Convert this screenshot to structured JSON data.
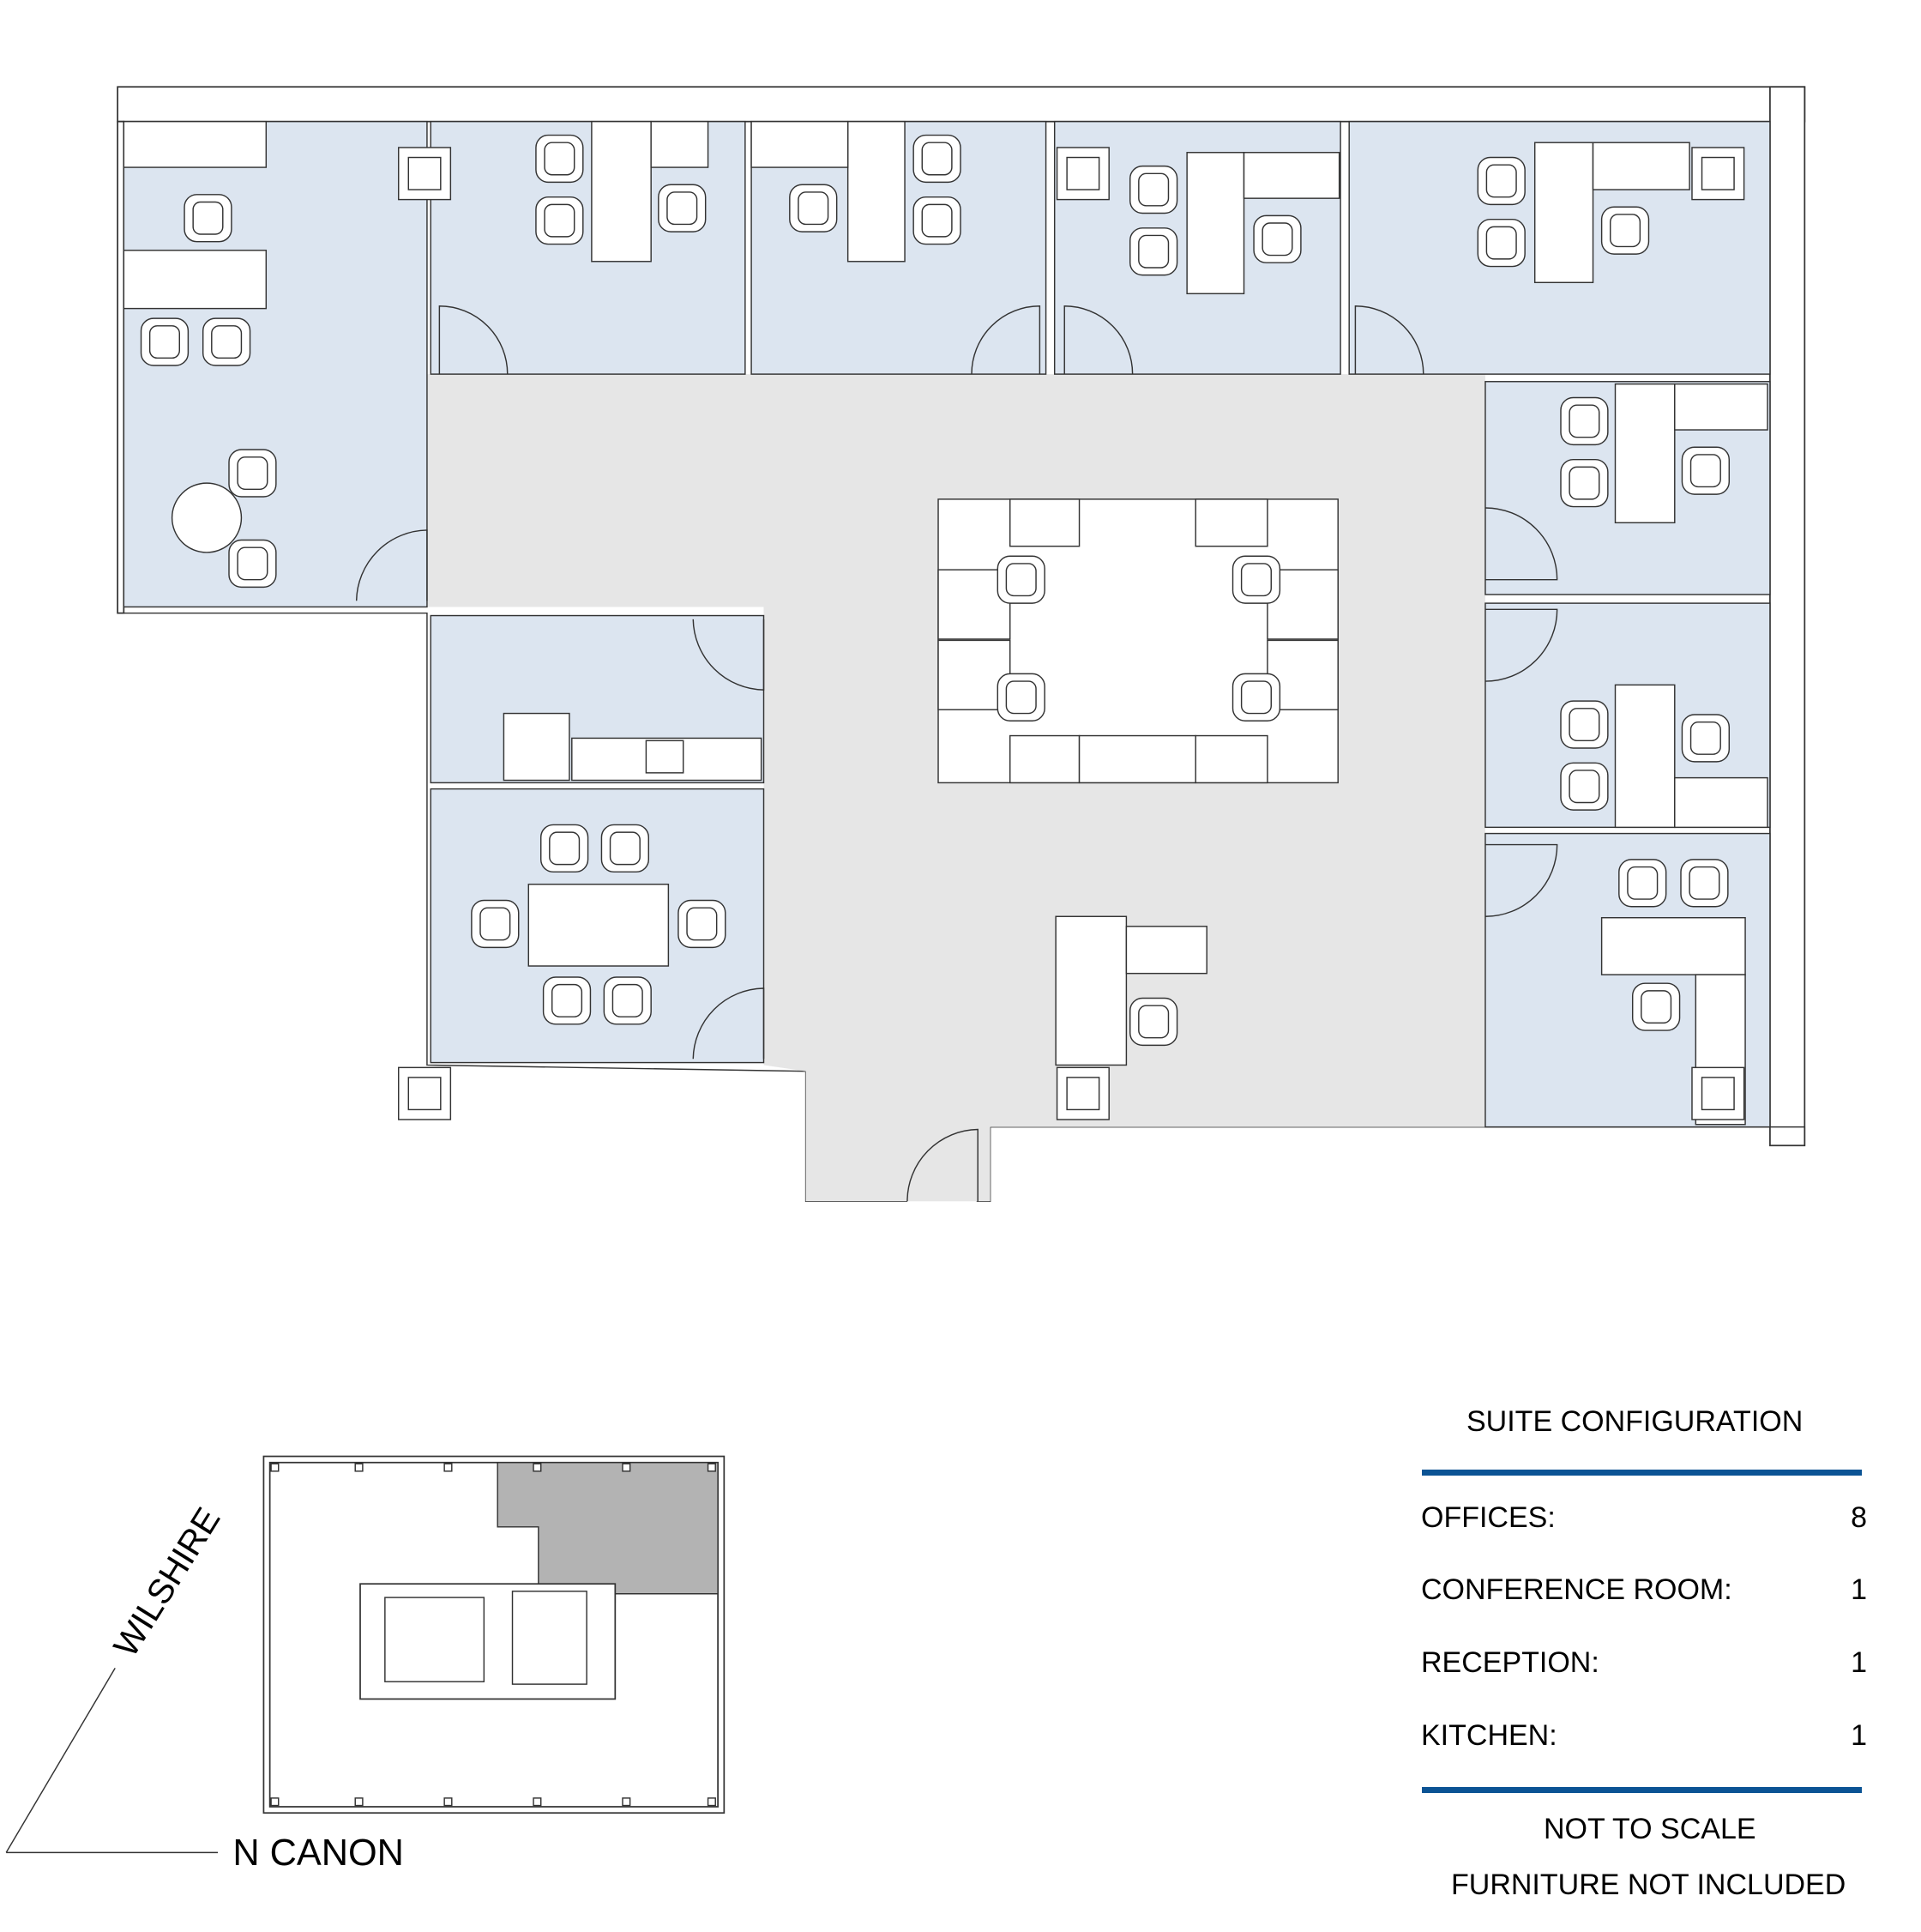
{
  "suite_configuration": {
    "title": "SUITE CONFIGURATION",
    "rows": [
      {
        "label": "OFFICES:",
        "value": "8"
      },
      {
        "label": "CONFERENCE ROOM:",
        "value": "1"
      },
      {
        "label": "RECEPTION:",
        "value": "1"
      },
      {
        "label": "KITCHEN:",
        "value": "1"
      }
    ],
    "notes": [
      "NOT TO SCALE",
      "FURNITURE NOT INCLUDED"
    ]
  },
  "key_plan": {
    "street_1": "WILSHIRE",
    "street_2": "N CANON"
  },
  "colors": {
    "office": "#dce5f0",
    "corridor": "#e6e6e6",
    "accent": "#0b5394",
    "suite_highlight": "#b3b3b3"
  }
}
